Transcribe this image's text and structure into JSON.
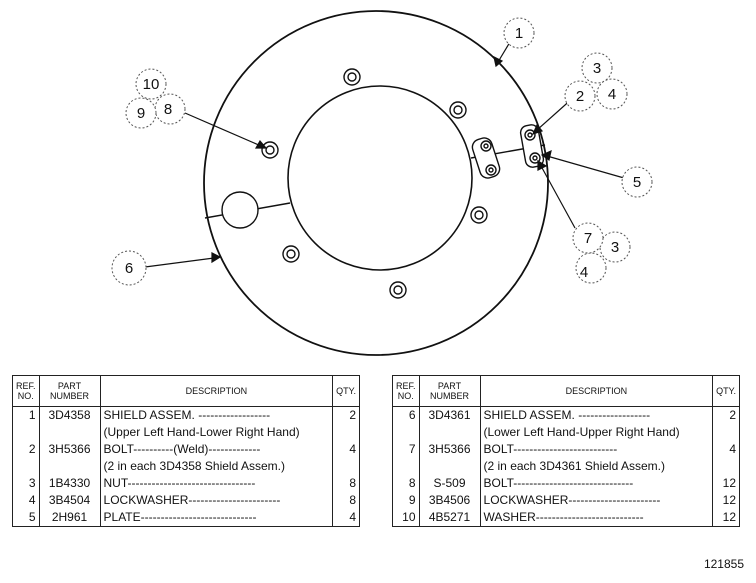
{
  "callouts": {
    "c1": "1",
    "c2": "2",
    "c3a": "3",
    "c4a": "4",
    "c5": "5",
    "c6": "6",
    "c7": "7",
    "c3b": "3",
    "c4b": "4",
    "c10": "10",
    "c9": "9",
    "c8": "8"
  },
  "table_headers": {
    "ref": "REF. NO.",
    "part_number": "PART NUMBER",
    "description": "DESCRIPTION",
    "qty": "QTY."
  },
  "parts_left": [
    {
      "ref": "1",
      "part": "3D4358",
      "desc": "SHIELD ASSEM. ------------------",
      "qty": "2"
    },
    {
      "ref": "",
      "part": "",
      "desc": "(Upper Left Hand-Lower Right Hand)",
      "qty": ""
    },
    {
      "ref": "2",
      "part": "3H5366",
      "desc": "BOLT----------(Weld)-------------",
      "qty": "4"
    },
    {
      "ref": "",
      "part": "",
      "desc": "(2 in each 3D4358 Shield Assem.)",
      "qty": ""
    },
    {
      "ref": "3",
      "part": "1B4330",
      "desc": "NUT--------------------------------",
      "qty": "8"
    },
    {
      "ref": "4",
      "part": "3B4504",
      "desc": "LOCKWASHER-----------------------",
      "qty": "8"
    },
    {
      "ref": "5",
      "part": "2H961",
      "desc": "PLATE-----------------------------",
      "qty": "4"
    }
  ],
  "parts_right": [
    {
      "ref": "6",
      "part": "3D4361",
      "desc": "SHIELD ASSEM. ------------------",
      "qty": "2"
    },
    {
      "ref": "",
      "part": "",
      "desc": "(Lower Left Hand-Upper Right Hand)",
      "qty": ""
    },
    {
      "ref": "7",
      "part": "3H5366",
      "desc": "BOLT--------------------------",
      "qty": "4"
    },
    {
      "ref": "",
      "part": "",
      "desc": "(2 in each 3D4361 Shield Assem.)",
      "qty": ""
    },
    {
      "ref": "8",
      "part": "S-509",
      "desc": "BOLT------------------------------",
      "qty": "12"
    },
    {
      "ref": "9",
      "part": "3B4506",
      "desc": "LOCKWASHER-----------------------",
      "qty": "12"
    },
    {
      "ref": "10",
      "part": "4B5271",
      "desc": "WASHER---------------------------",
      "qty": "12"
    }
  ],
  "figure_number": "121855"
}
